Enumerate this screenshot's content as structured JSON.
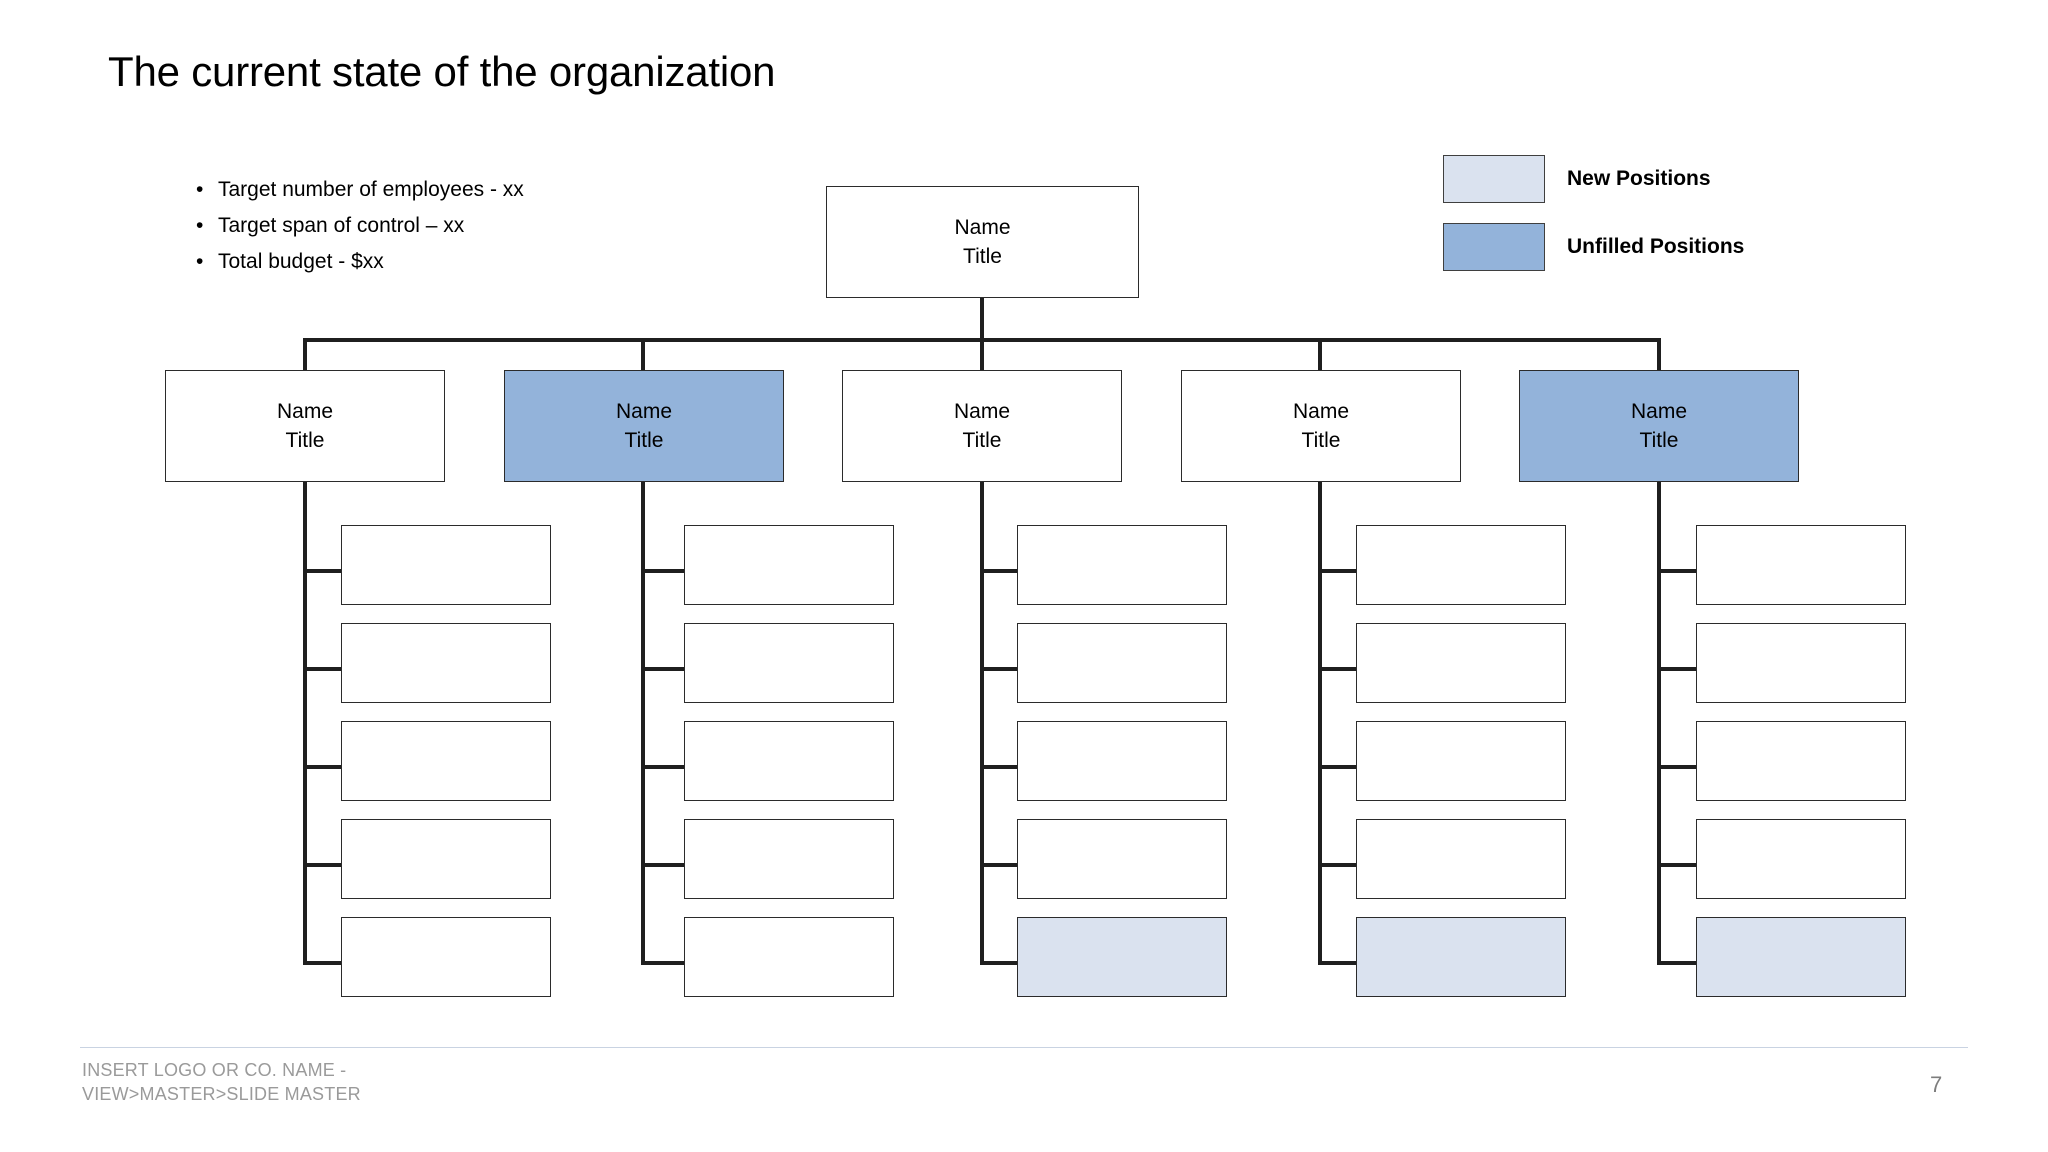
{
  "slide": {
    "title": "The current state of the organization",
    "page_number": "7",
    "footer_line1": "INSERT LOGO OR CO. NAME -",
    "footer_line2": "VIEW>MASTER>SLIDE MASTER"
  },
  "bullets": {
    "marker": "•",
    "items": [
      "Target number of employees - xx",
      "Target span of control – xx",
      "Total budget - $xx"
    ]
  },
  "legend": {
    "items": [
      {
        "label": "New Positions",
        "color": "#dae2ef"
      },
      {
        "label": "Unfilled Positions",
        "color": "#93b3da"
      }
    ]
  },
  "colors": {
    "new_position": "#dae2ef",
    "unfilled_position": "#93b3da",
    "box_border": "#2b2b2b",
    "connector": "#1f1f1f",
    "footer_text": "#9a9a9a",
    "footer_rule": "#c9d3e2"
  },
  "org_chart": {
    "root": {
      "name": "Name",
      "title": "Title",
      "fill": "white"
    },
    "managers": [
      {
        "name": "Name",
        "title": "Title",
        "fill": "white"
      },
      {
        "name": "Name",
        "title": "Title",
        "fill": "unfilled"
      },
      {
        "name": "Name",
        "title": "Title",
        "fill": "white"
      },
      {
        "name": "Name",
        "title": "Title",
        "fill": "white"
      },
      {
        "name": "Name",
        "title": "Title",
        "fill": "unfilled"
      }
    ],
    "columns": [
      {
        "reports": [
          {
            "label": "",
            "fill": "white"
          },
          {
            "label": "",
            "fill": "white"
          },
          {
            "label": "",
            "fill": "white"
          },
          {
            "label": "",
            "fill": "white"
          },
          {
            "label": "",
            "fill": "white"
          }
        ]
      },
      {
        "reports": [
          {
            "label": "",
            "fill": "white"
          },
          {
            "label": "",
            "fill": "white"
          },
          {
            "label": "",
            "fill": "white"
          },
          {
            "label": "",
            "fill": "white"
          },
          {
            "label": "",
            "fill": "white"
          }
        ]
      },
      {
        "reports": [
          {
            "label": "",
            "fill": "white"
          },
          {
            "label": "",
            "fill": "white"
          },
          {
            "label": "",
            "fill": "white"
          },
          {
            "label": "",
            "fill": "white"
          },
          {
            "label": "",
            "fill": "new"
          }
        ]
      },
      {
        "reports": [
          {
            "label": "",
            "fill": "white"
          },
          {
            "label": "",
            "fill": "white"
          },
          {
            "label": "",
            "fill": "white"
          },
          {
            "label": "",
            "fill": "white"
          },
          {
            "label": "",
            "fill": "new"
          }
        ]
      },
      {
        "reports": [
          {
            "label": "",
            "fill": "white"
          },
          {
            "label": "",
            "fill": "white"
          },
          {
            "label": "",
            "fill": "white"
          },
          {
            "label": "",
            "fill": "white"
          },
          {
            "label": "",
            "fill": "new"
          }
        ]
      }
    ]
  }
}
